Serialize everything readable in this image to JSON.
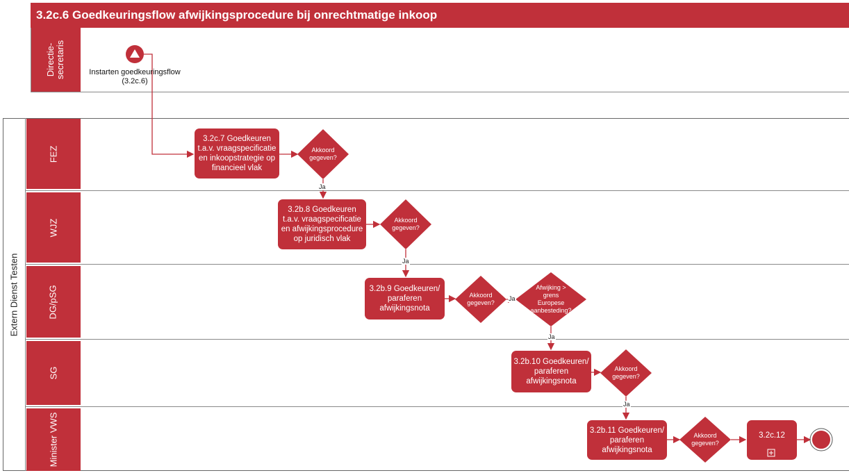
{
  "title": "3.2c.6 Goedkeuringsflow afwijkingsprocedure bij onrechtmatige inkoop",
  "pool": {
    "label": "Extern Dienst Testen"
  },
  "lanes": {
    "directie": "Directie-\nsecretaris",
    "fez": "FEZ",
    "wjz": "WJZ",
    "dg": "DG/pSG",
    "sg": "SG",
    "minister": "Minister VWS"
  },
  "start_event": {
    "label_line1": "Instarten goedkeuringsflow",
    "label_line2": "(3.2c.6)"
  },
  "tasks": {
    "t1": "3.2c.7 Goedkeuren\nt.a.v. vraagspecificatie\nen inkoopstrategie op\nfinancieel vlak",
    "t2": "3.2b.8 Goedkeuren\nt.a.v. vraagspecificatie\nen afwijkingsprocedure\nop juridisch vlak",
    "t3": "3.2b.9 Goedkeuren/\nparaferen\nafwijkingsnota",
    "t4": "3.2b.10 Goedkeuren/\nparaferen\nafwijkingsnota",
    "t5": "3.2b.11 Goedkeuren/\nparaferen\nafwijkingsnota",
    "t6": "3.2c.12"
  },
  "decisions": {
    "d1": "Akkoord\ngegeven?",
    "d2": "Akkoord\ngegeven?",
    "d3": "Akkoord\ngegeven?",
    "d3b": "Afwijking >\ngrens\nEuropese\naanbesteding?",
    "d4": "Akkoord\ngegeven?",
    "d5": "Akkoord\ngegeven?"
  },
  "flow_labels": {
    "ja1": "Ja",
    "ja2": "Ja",
    "ja3": "Ja",
    "ja4": "Ja",
    "ja5": "Ja"
  },
  "colors": {
    "accent": "#c0303a",
    "line": "#c0303a"
  },
  "icons": {
    "start": "triangle-signal-icon",
    "subprocess": "plus-box-icon",
    "end": "end-event-icon"
  }
}
